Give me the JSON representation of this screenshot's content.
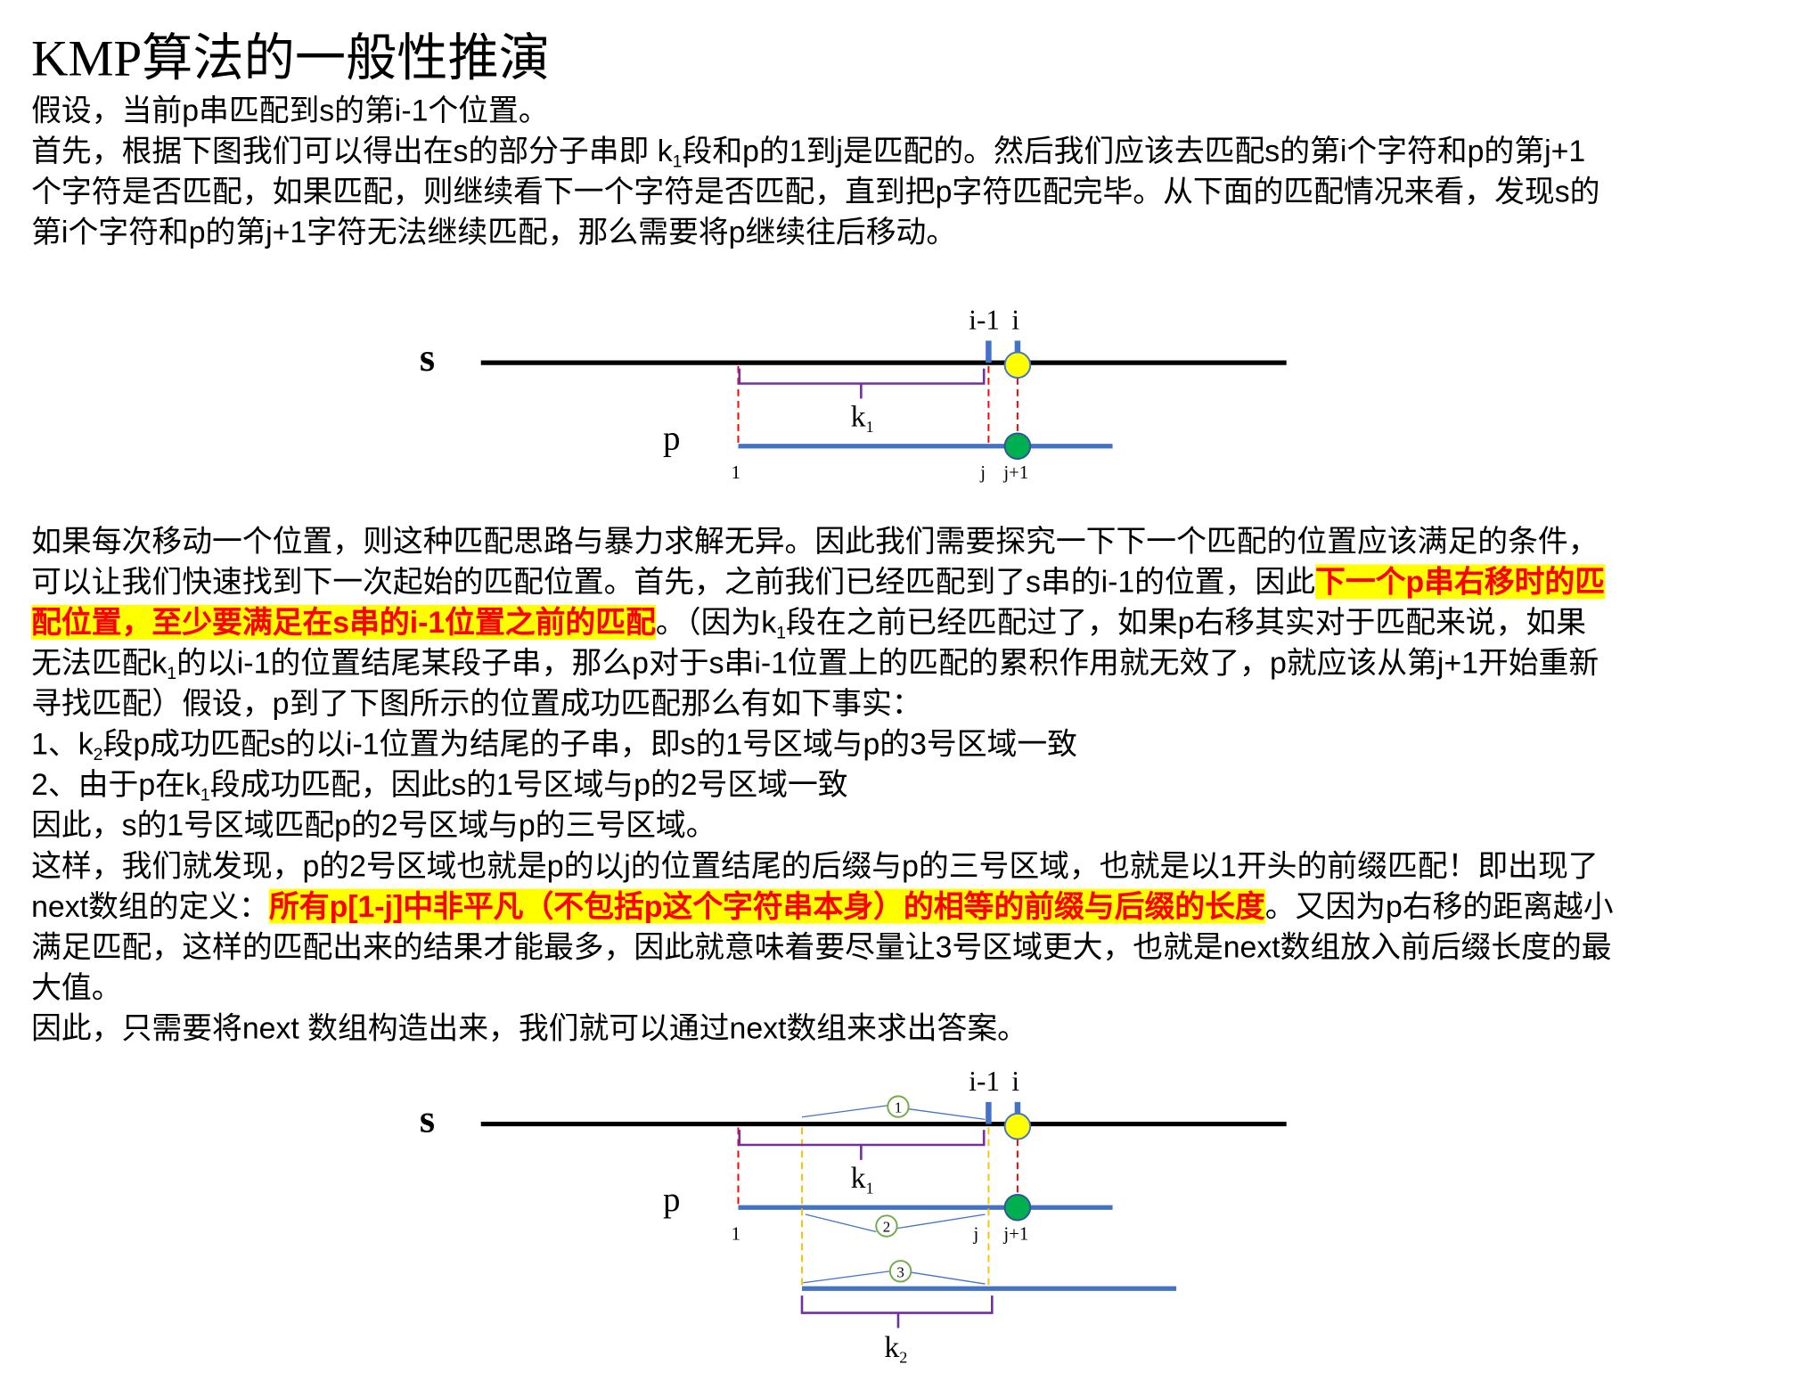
{
  "title": "KMP算法的一般性推演",
  "intro": [
    [
      {
        "t": "假设，当前p串匹配到s的第i-1个位置。"
      }
    ],
    [
      {
        "t": "首先，根据下图我们可以得出在s的部分子串即 k"
      },
      {
        "t": "1",
        "s": "sub"
      },
      {
        "t": "段和p的1到j是匹配的。然后我们应该去匹配s的第i个字符和p的第j+1"
      }
    ],
    [
      {
        "t": "个字符是否匹配，如果匹配，则继续看下一个字符是否匹配，直到把p字符匹配完毕。从下面的匹配情况来看，发现s的"
      }
    ],
    [
      {
        "t": "第i个字符和p的第j+1字符无法继续匹配，那么需要将p继续往后移动。"
      }
    ]
  ],
  "body": [
    [
      {
        "t": "如果每次移动一个位置，则这种匹配思路与暴力求解无异。因此我们需要探究一下下一个匹配的位置应该满足的条件，"
      }
    ],
    [
      {
        "t": "可以让我们快速找到下一次起始的匹配位置。首先，之前我们已经匹配到了s串的i-1的位置，因此"
      },
      {
        "t": "下一个p串右移时的匹",
        "s": "hl"
      }
    ],
    [
      {
        "t": "配位置，至少要满足在s串的i-1位置之前的匹配",
        "s": "hl"
      },
      {
        "t": "。（因为k"
      },
      {
        "t": "1",
        "s": "sub"
      },
      {
        "t": "段在之前已经匹配过了，如果p右移其实对于匹配来说，如果"
      }
    ],
    [
      {
        "t": "无法匹配k"
      },
      {
        "t": "1",
        "s": "sub"
      },
      {
        "t": "的以i-1的位置结尾某段子串，那么p对于s串i-1位置上的匹配的累积作用就无效了，p就应该从第j+1开始重新"
      }
    ],
    [
      {
        "t": "寻找匹配）假设，p到了下图所示的位置成功匹配那么有如下事实："
      }
    ],
    [
      {
        "t": "1、k"
      },
      {
        "t": "2",
        "s": "sub"
      },
      {
        "t": "段p成功匹配s的以i-1位置为结尾的子串，即s的1号区域与p的3号区域一致"
      }
    ],
    [
      {
        "t": "2、由于p在k"
      },
      {
        "t": "1",
        "s": "sub"
      },
      {
        "t": "段成功匹配，因此s的1号区域与p的2号区域一致"
      }
    ],
    [
      {
        "t": "因此，s的1号区域匹配p的2号区域与p的三号区域。"
      }
    ],
    [
      {
        "t": "这样，我们就发现，p的2号区域也就是p的以j的位置结尾的后缀与p的三号区域，也就是以1开头的前缀匹配！即出现了"
      }
    ],
    [
      {
        "t": "next数组的定义："
      },
      {
        "t": "所有p[1-j]中非平凡（不包括p这个字符串本身）的相等的前缀与后缀的长度",
        "s": "hl"
      },
      {
        "t": "。又因为p右移的距离越小"
      }
    ],
    [
      {
        "t": "满足匹配，这样的匹配出来的结果才能最多，因此就意味着要尽量让3号区域更大，也就是next数组放入前后缀长度的最"
      }
    ],
    [
      {
        "t": "大值。"
      }
    ],
    [
      {
        "t": "因此，只需要将next 数组构造出来，我们就可以通过next数组来求出答案。"
      }
    ]
  ],
  "diagram": {
    "s_label": "s",
    "p_label": "p",
    "i_minus_1": "i-1",
    "i": "i",
    "one": "1",
    "j": "j",
    "j_plus_1": "j+1",
    "k": "k",
    "k1_sub": "1",
    "k2_sub": "2",
    "region1": "1",
    "region2": "2",
    "region3": "3"
  },
  "colors": {
    "highlight_bg": "#ffff00",
    "highlight_text": "#ff0000",
    "line_blue": "#4472c4",
    "brace": "#7030a0",
    "dash_red": "#ff0000",
    "dash_orange": "#ffc000",
    "yellow_dot": "#ffff00",
    "green_dot": "#00b050",
    "circle_num": "#70ad47"
  }
}
